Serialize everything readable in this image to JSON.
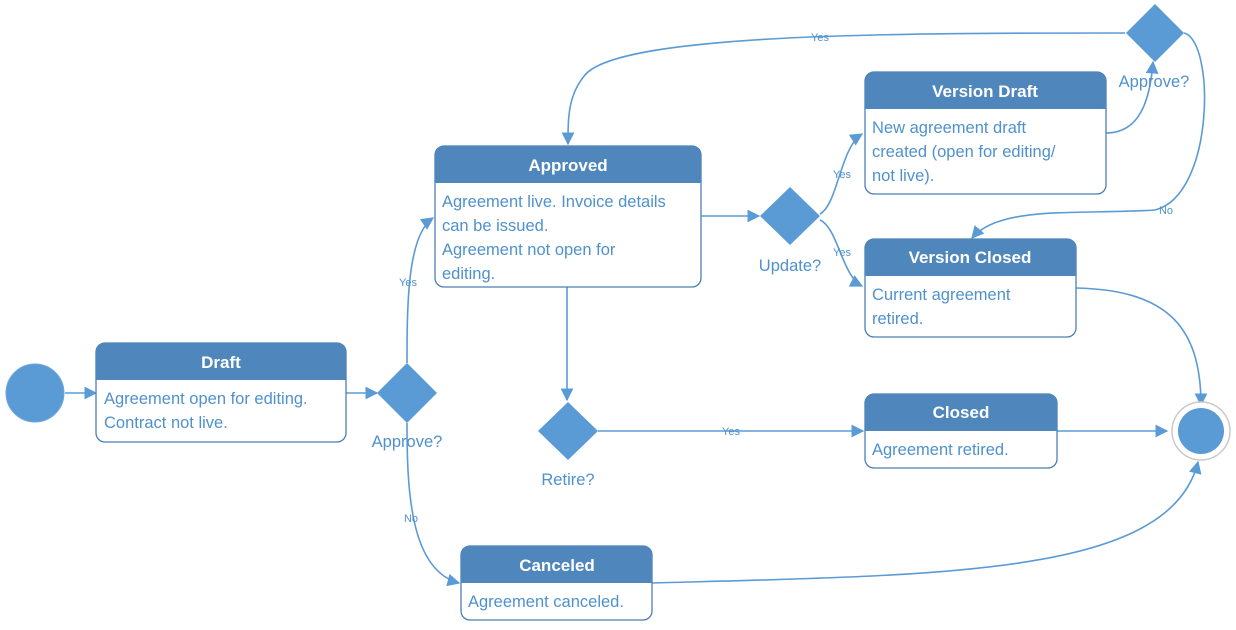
{
  "states": {
    "draft": {
      "title": "Draft",
      "lines": [
        "Agreement open for editing.",
        "Contract not live."
      ]
    },
    "approved": {
      "title": "Approved",
      "lines": [
        "Agreement live. Invoice details",
        "can be issued.",
        "Agreement not open for",
        "editing."
      ]
    },
    "version_draft": {
      "title": "Version Draft",
      "lines": [
        "New agreement draft",
        "created (open for editing/",
        "not live)."
      ]
    },
    "version_closed": {
      "title": "Version Closed",
      "lines": [
        "Current agreement",
        "retired."
      ]
    },
    "closed": {
      "title": "Closed",
      "lines": [
        "Agreement retired."
      ]
    },
    "canceled": {
      "title": "Canceled",
      "lines": [
        "Agreement canceled."
      ]
    }
  },
  "decisions": {
    "approve_draft": "Approve?",
    "update": "Update?",
    "retire": "Retire?",
    "approve_version": "Approve?"
  },
  "edges": {
    "approve_draft_yes": "Yes",
    "approve_draft_no": "No",
    "update_yes_version_draft": "Yes",
    "update_yes_version_closed": "Yes",
    "approve_version_yes": "Yes",
    "approve_version_no": "No",
    "retire_yes": "Yes"
  },
  "colors": {
    "header": "#4f87bd",
    "border": "#4a7fb5",
    "text": "#4f91cd",
    "node": "#5b9bd5",
    "line": "#5b9bd5"
  }
}
